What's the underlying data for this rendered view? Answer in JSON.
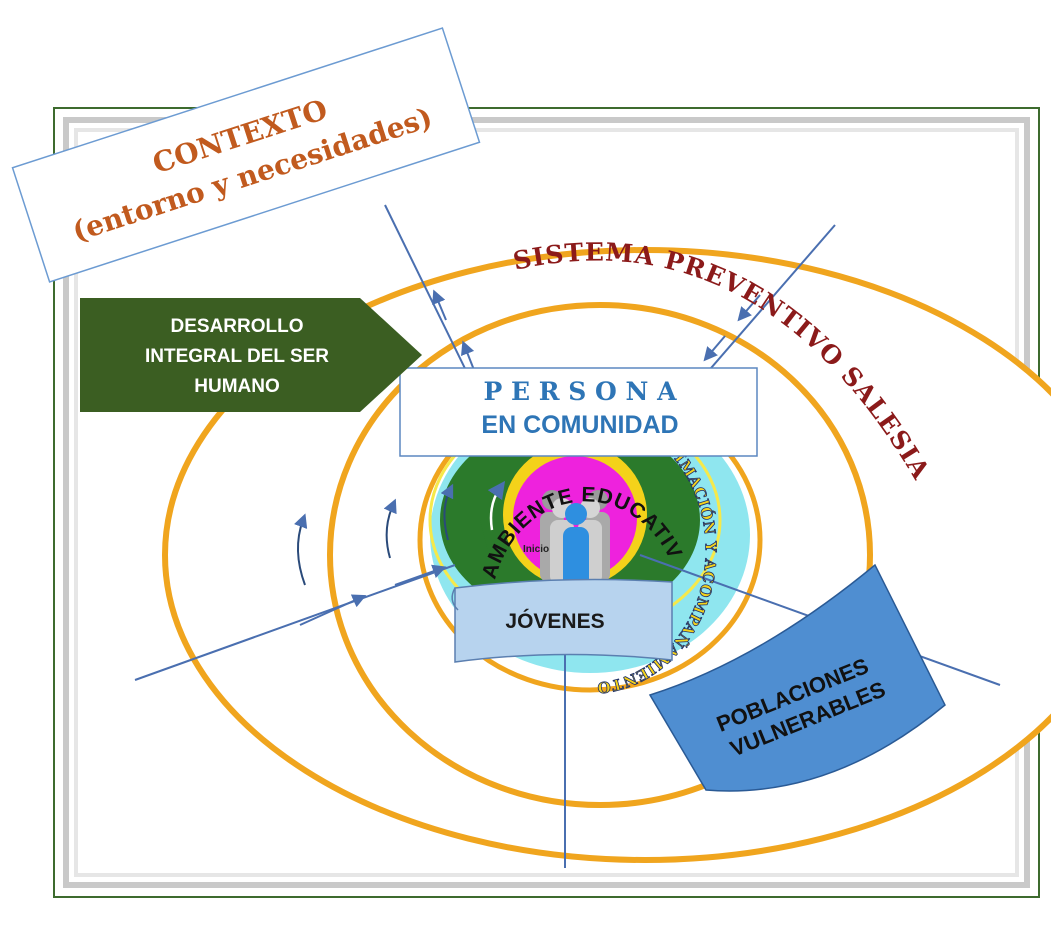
{
  "contexto": {
    "line1": "CONTEXTO",
    "line2": "(entorno y necesidades)"
  },
  "desarrollo": {
    "line1": "DESARROLLO",
    "line2": "INTEGRAL DEL SER",
    "line3": "HUMANO"
  },
  "sistema_preventivo": "SISTEMA PREVENTIVO SALESIANO",
  "persona": {
    "line1": "P E R S O N A",
    "line2": "EN COMUNIDAD"
  },
  "ambiente_educativo": "AMBIENTE EDUCATIVO",
  "animacion": "ANIMACIÓN Y ACOMPAÑAMIENTO",
  "inicio": "Inicio",
  "jovenes": "JÓVENES",
  "poblaciones": {
    "line1": "POBLACIONES",
    "line2": "VULNERABLES"
  },
  "colors": {
    "frame_border": "#3d6b2e",
    "orange_ring": "#f0a51e",
    "arrow_blue": "#4a6fb0",
    "contexto_text": "#c15a1e",
    "desarrollo_bg": "#3b5e22",
    "sistema_text": "#8b1a1a",
    "persona_text": "#2e75b6",
    "cyan": "#8fe6ef",
    "magenta": "#ee22dd",
    "dark_green": "#2b7a2b",
    "poblaciones_bg": "#4f8ed1",
    "jovenes_bg": "#b7d3ee"
  }
}
